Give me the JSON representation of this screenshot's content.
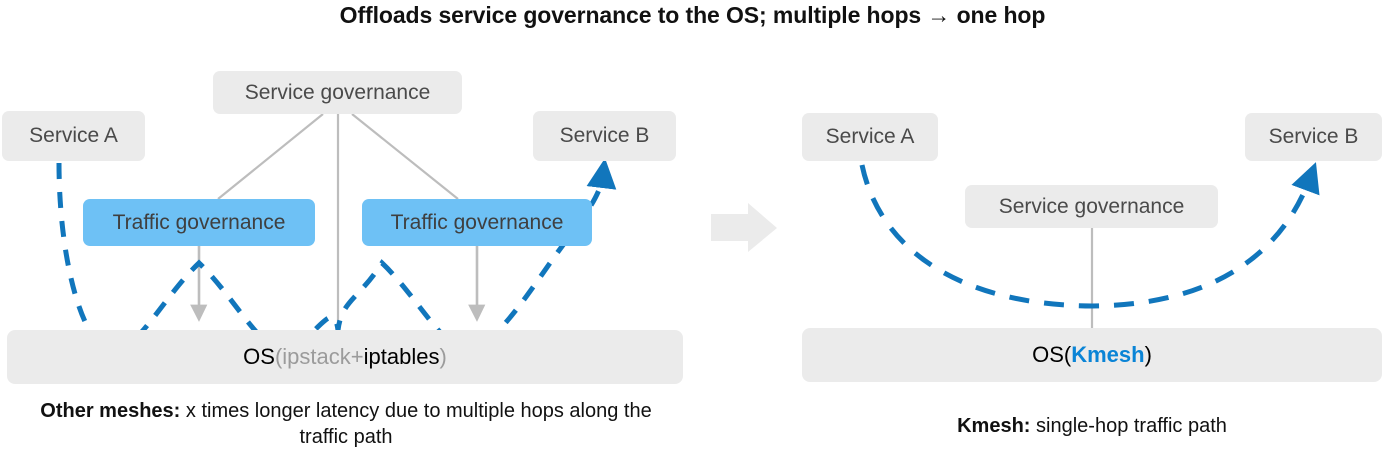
{
  "title": "Offloads service governance to the OS; multiple hops → one hop",
  "colors": {
    "box_gray": "#ebebeb",
    "box_blue": "#6ec1f5",
    "traffic_path_blue": "#1176bc",
    "connector_gray": "#bdbdbd",
    "text_dark": "#4a4a4a",
    "kmesh_blue": "#0a84d6",
    "dim_gray": "#9b9b9b"
  },
  "left_panel": {
    "name": "other-meshes",
    "nodes": {
      "service_a": "Service A",
      "service_governance": "Service governance",
      "service_b": "Service B",
      "traffic_governance_1": "Traffic governance",
      "traffic_governance_2": "Traffic governance"
    },
    "os_bar": {
      "prefix": "OS ",
      "paren_open": "(",
      "dim_1": "ipstack",
      "plus": " + ",
      "strong_1": "iptables",
      "paren_close": ")"
    },
    "caption": {
      "label": "Other meshes:",
      "text": " x times longer latency due to multiple hops along the traffic path"
    }
  },
  "transition": {
    "icon": "right-arrow-icon"
  },
  "right_panel": {
    "name": "kmesh",
    "nodes": {
      "service_a": "Service A",
      "service_governance": "Service governance",
      "service_b": "Service B"
    },
    "os_bar": {
      "prefix": "OS ",
      "paren_open": "(",
      "strong_1": "Kmesh",
      "paren_close": ")"
    },
    "caption": {
      "label": "Kmesh:",
      "text": " single-hop traffic path"
    }
  }
}
